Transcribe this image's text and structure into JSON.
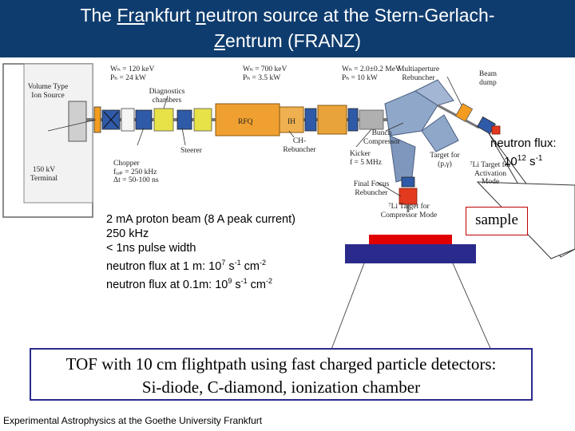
{
  "title": {
    "part1": "The ",
    "underlined1": "Fra",
    "part2": "nkfurt ",
    "underlined2": "n",
    "part3": "eutron source at the Stern-Gerlach-",
    "underlined3": "Z",
    "part4": "entrum (FRANZ)"
  },
  "diagram": {
    "ion_source": "Volume Type Ion Source",
    "terminal": "150 kV Terminal",
    "source_params": {
      "wb": "Wₕ = 120 keV",
      "pb": "Pₕ = 24 kW"
    },
    "rfq_params": {
      "wb": "Wₕ = 700 keV",
      "pb": "Pₕ = 3.5 kW"
    },
    "end_params": {
      "wb": "Wₕ = 2.0±0.2 MeV",
      "pb": "Pₕ = 10 kW"
    },
    "diagnostics": "Diagnostics chambers",
    "multiaperture": "Multiaperture Rebuncher",
    "beam_dump": "Beam dump",
    "rfq": "RFQ",
    "ih": "IH",
    "ch_rebuncher": "CH-Rebuncher",
    "steerer": "Steerer",
    "chopper": "Chopper",
    "chopper_frep": "fᵣₑₚ = 250 kHz",
    "chopper_dt": "Δt = 50-100 ns",
    "kicker": "Kicker",
    "kicker_f": "f = 5 MHz",
    "bunch_compressor": "Bunch Compressor",
    "target_pg": "Target for (p,γ)",
    "li_activation": "⁷Li Target for Activation Mode",
    "final_focus": "Final Focus Rebuncher",
    "li_compressor": "⁷Li Target for Compressor Mode"
  },
  "flux": {
    "line1": "neutron flux:",
    "base": "10",
    "exp": "12",
    "unit": " s",
    "unit_exp": "-1"
  },
  "sample_label": "sample",
  "beam_info": {
    "line1": "2 mA proton beam (8 A peak current)",
    "line2": "250 kHz",
    "line3": "< 1ns pulse width",
    "line4_prefix": "neutron flux at 1   m: 10",
    "line4_exp": "7",
    "line5_prefix": "neutron flux at 0.1m: 10",
    "line5_exp": "9",
    "unit_s": " s",
    "unit_s_exp": "-1",
    "unit_cm": " cm",
    "unit_cm_exp": "-2"
  },
  "tof": {
    "line1": "TOF with 10 cm flightpath using fast charged particle detectors:",
    "line2": "Si-diode, C-diamond, ionization chamber"
  },
  "footer": "Experimental Astrophysics at the Goethe University Frankfurt",
  "colors": {
    "title_bg": "#0f3c6e",
    "sample_red": "#e00000",
    "sample_blue": "#2a2a8c",
    "rfq_orange": "#f0a030",
    "magnet_blue": "#8fa7c8",
    "tof_border": "#2b2b8f"
  }
}
